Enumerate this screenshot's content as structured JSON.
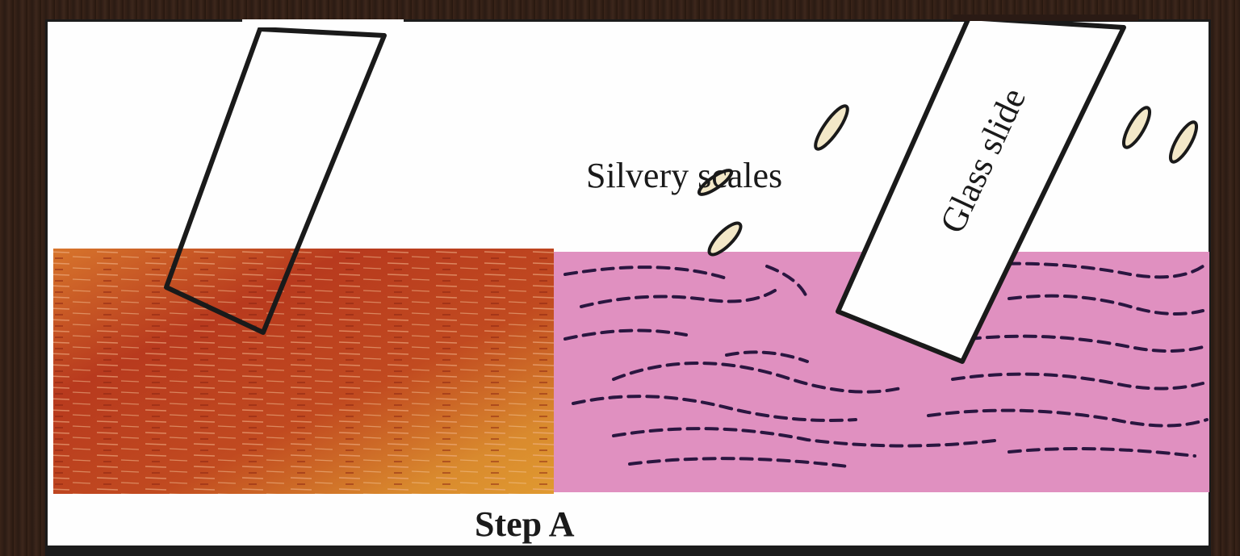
{
  "labels": {
    "silvery_scales": "Silvery scales",
    "glass_slide": "Glass slide",
    "step": "Step A"
  },
  "colors": {
    "left_skin": "#b83a1e",
    "left_skin_light": "#d7752c",
    "right_skin": "#e090c0",
    "outline": "#1a1a1a",
    "background": "#fefefe"
  }
}
